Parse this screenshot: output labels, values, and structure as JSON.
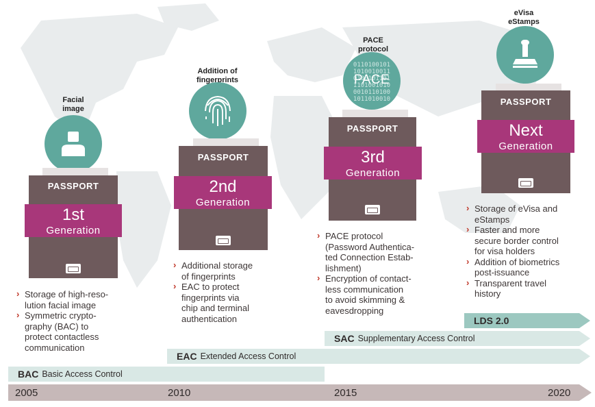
{
  "passport_label": "PASSPORT",
  "generations": [
    {
      "feature_label": "Facial\nimage",
      "feature_icon": "person-icon",
      "number": "1st",
      "word": "Generation",
      "bullets": [
        "Storage of high-reso-\nlution facial image",
        "Symmetric crypto-\ngraphy (BAC) to\nprotect contactless\ncommunication"
      ]
    },
    {
      "feature_label": "Addition of\nfingerprints",
      "feature_icon": "fingerprint-icon",
      "number": "2nd",
      "word": "Generation",
      "bullets": [
        "Additional storage\nof fingerprints",
        "EAC to protect\nfingerprints via\nchip and terminal\nauthentication"
      ]
    },
    {
      "feature_label": "PACE\nprotocol",
      "feature_icon": "pace-binary-icon",
      "feature_icon_text": "PACE",
      "number": "3rd",
      "word": "Generation",
      "bullets": [
        "PACE protocol\n(Password Authentica-\nted Connection Estab-\nlishment)",
        "Encryption of contact-\nless communication\nto avoid skimming &\neavesdropping"
      ]
    },
    {
      "feature_label": "eVisa\neStamps",
      "feature_icon": "stamp-icon",
      "number": "Next",
      "word": "Generation",
      "bullets": [
        "Storage of eVisa and\neStamps",
        "Faster and more\nsecure border control\nfor visa holders",
        "Addition of biometrics\npost-issuance",
        "Transparent travel\nhistory"
      ]
    }
  ],
  "bars": {
    "lds": {
      "abbr": "LDS 2.0",
      "desc": ""
    },
    "sac": {
      "abbr": "SAC",
      "desc": "Supplementary Access Control"
    },
    "eac": {
      "abbr": "EAC",
      "desc": "Extended Access Control"
    },
    "bac": {
      "abbr": "BAC",
      "desc": "Basic Access Control"
    }
  },
  "years": [
    "2005",
    "2010",
    "2015",
    "2020"
  ],
  "colors": {
    "teal": "#5fa89d",
    "magenta": "#a8377a",
    "passport": "#6e5a5c",
    "bar_light": "#d9e8e5",
    "bar_mid": "#9cc8c0",
    "timeline": "#c6b8b8"
  }
}
